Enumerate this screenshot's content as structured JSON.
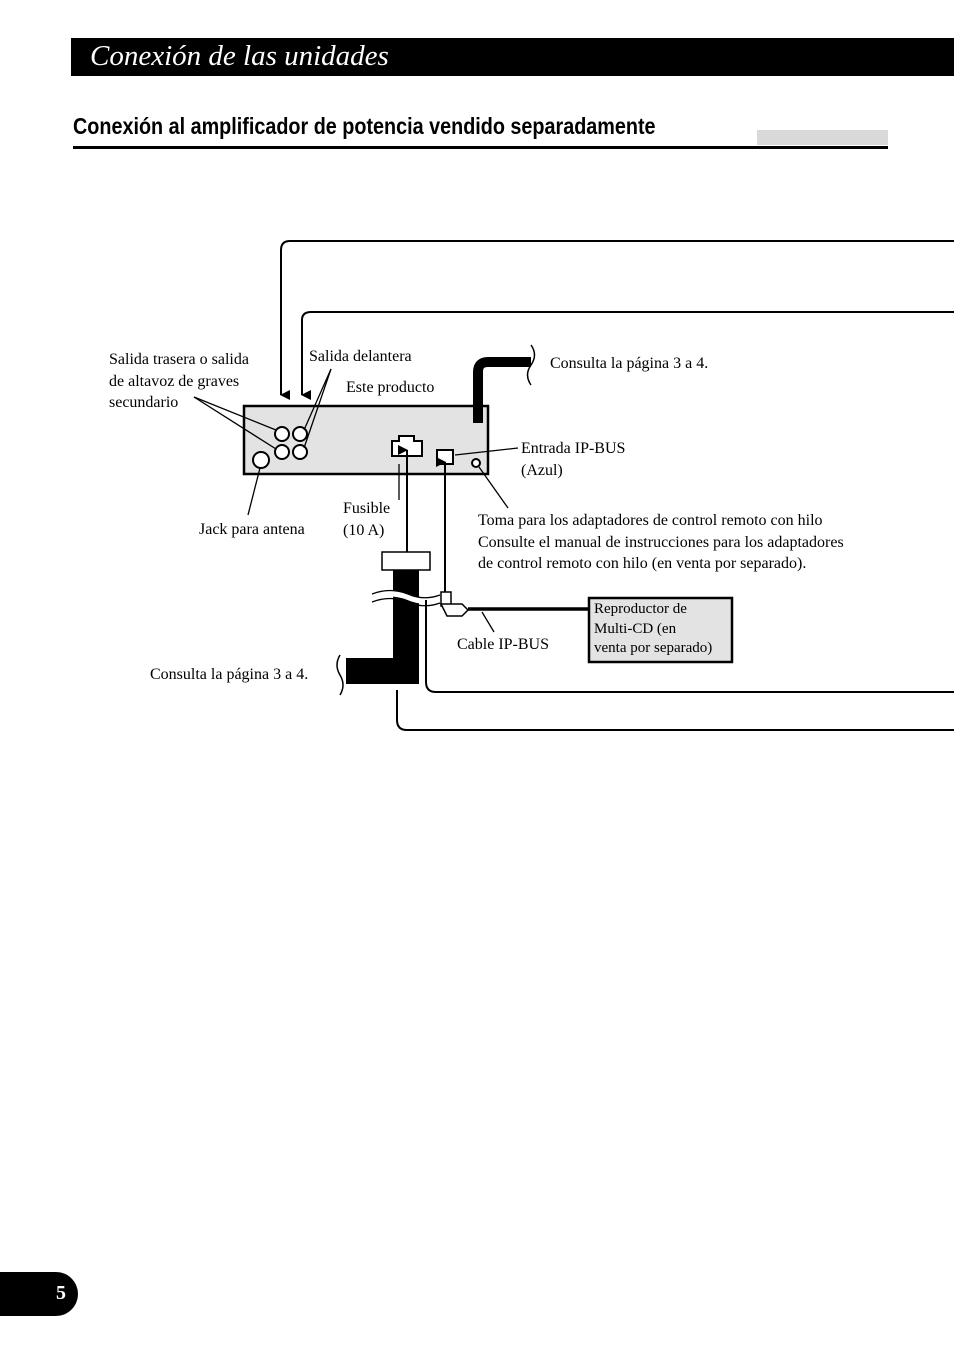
{
  "header": {
    "title": "Conexión de las unidades"
  },
  "section": {
    "title": "Conexión al amplificador de potencia vendido separadamente"
  },
  "diagram": {
    "labels": {
      "rear_output": [
        "Salida trasera o salida",
        "de altavoz de graves",
        "secundario"
      ],
      "front_output": "Salida delantera",
      "this_product": "Este producto",
      "see_page_top": "Consulta la página 3 a 4.",
      "ipbus_input": [
        "Entrada IP-BUS",
        "(Azul)"
      ],
      "antenna_jack": "Jack para antena",
      "fuse": [
        "Fusible",
        "(10 A)"
      ],
      "remote_jack": [
        "Toma para los adaptadores de control remoto con hilo",
        "Consulte el manual de instrucciones para los adaptadores",
        "de control remoto con hilo (en venta por separado)."
      ],
      "multi_cd": [
        "Reproductor de",
        "Multi-CD (en",
        "venta por separado)"
      ],
      "ipbus_cable": "Cable IP-BUS",
      "see_page_bottom": "Consulta la página 3 a 4."
    }
  },
  "footer": {
    "page_number": "5"
  },
  "colors": {
    "header_bg": "#000000",
    "band_gray": "#d9d9d9",
    "box_fill": "#e3e3e3"
  }
}
